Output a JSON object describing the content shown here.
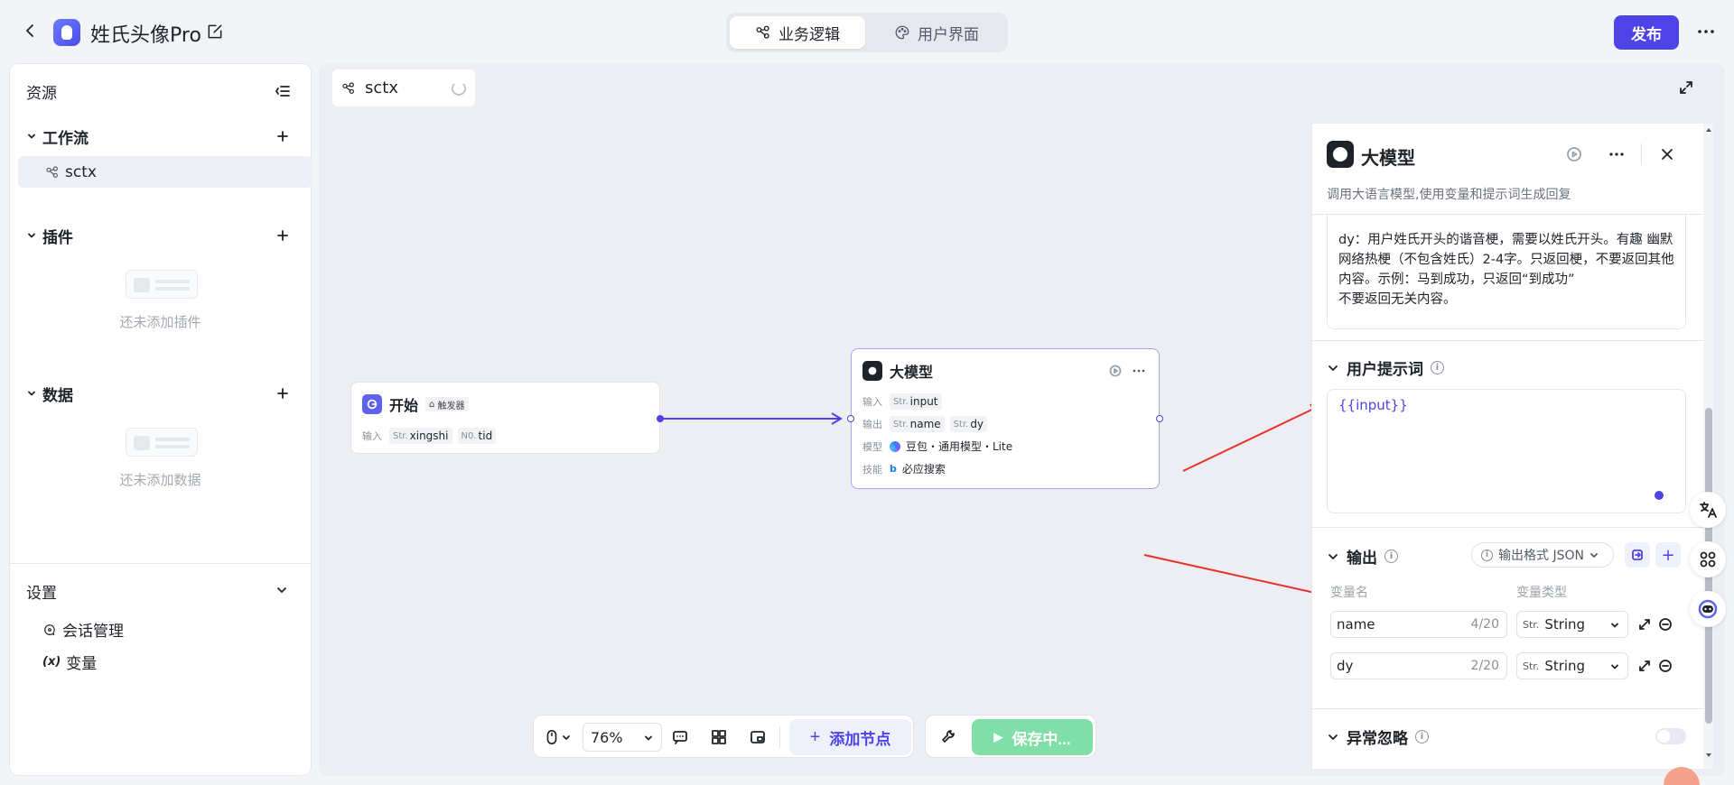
{
  "header": {
    "app_title": "姓氏头像Pro",
    "tabs": [
      {
        "label": "业务逻辑",
        "active": true
      },
      {
        "label": "用户界面",
        "active": false
      }
    ],
    "publish_label": "发布"
  },
  "sidebar": {
    "title": "资源",
    "workflow": {
      "label": "工作流",
      "items": [
        {
          "label": "sctx"
        }
      ]
    },
    "plugins": {
      "label": "插件",
      "empty": "还未添加插件"
    },
    "data": {
      "label": "数据",
      "empty": "还未添加数据"
    },
    "settings": {
      "label": "设置",
      "items": [
        {
          "label": "会话管理",
          "icon": "chat-settings-icon"
        },
        {
          "label": "变量",
          "icon": "variable-icon",
          "prefix": "(x)"
        }
      ]
    }
  },
  "canvas": {
    "tab_label": "sctx",
    "start_node": {
      "title": "开始",
      "badge": "触发器",
      "input_label": "输入",
      "inputs": [
        {
          "type": "Str.",
          "name": "xingshi"
        },
        {
          "type": "N0.",
          "name": "tid"
        }
      ]
    },
    "llm_node": {
      "title": "大模型",
      "input_label": "输入",
      "output_label": "输出",
      "model_label": "模型",
      "skill_label": "技能",
      "inputs": [
        {
          "type": "Str.",
          "name": "input"
        }
      ],
      "outputs": [
        {
          "type": "Str.",
          "name": "name"
        },
        {
          "type": "Str.",
          "name": "dy"
        }
      ],
      "model": "豆包・通用模型・Lite",
      "skill": "必应搜索"
    },
    "toolbar": {
      "zoom": "76%",
      "add_node_label": "添加节点",
      "save_label": "保存中..."
    }
  },
  "panel": {
    "title": "大模型",
    "description": "调用大语言模型,使用变量和提示词生成回复",
    "system_prompt_lines": [
      "dy：用户姓氏开头的谐音梗，需要以姓氏开头。有趣 幽默 网络热梗（不包含姓氏）2-4字。只返回梗，不要返回其他内容。示例：马到成功，只返回“到成功”",
      "不要返回无关内容。"
    ],
    "user_prompt": {
      "label": "用户提示词",
      "value": "{{input}}"
    },
    "output": {
      "label": "输出",
      "format_label": "输出格式 JSON",
      "col_name": "变量名",
      "col_type": "变量类型",
      "rows": [
        {
          "name": "name",
          "count": "4/20",
          "type_short": "Str.",
          "type": "String"
        },
        {
          "name": "dy",
          "count": "2/20",
          "type_short": "Str.",
          "type": "String"
        }
      ]
    },
    "exception": {
      "label": "异常忽略",
      "enabled": false
    }
  },
  "colors": {
    "accent": "#4d43e6",
    "save_green": "#7fdfa6",
    "annotation_arrow": "#e8322b"
  }
}
